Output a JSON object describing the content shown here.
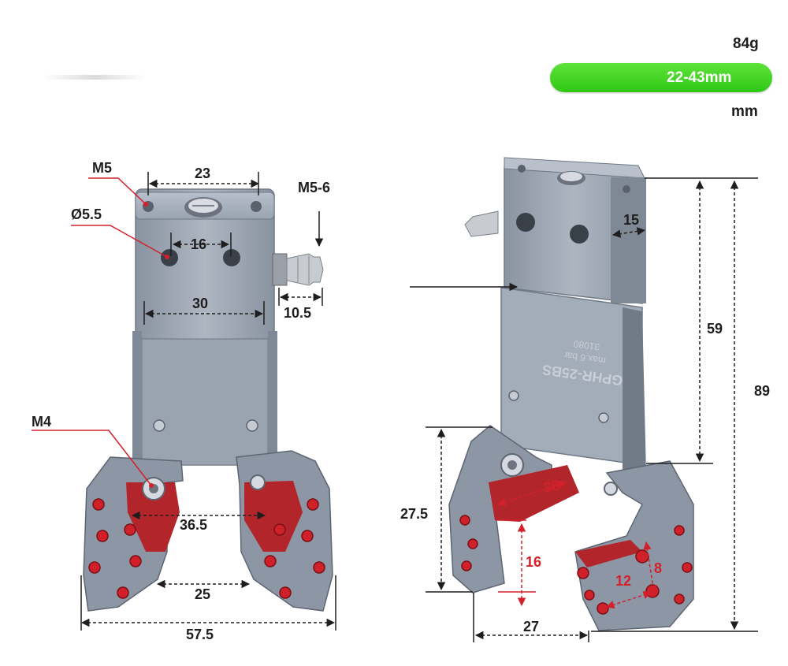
{
  "header": {
    "weight": "84g",
    "stroke_badge": "22-43mm",
    "unit": "mm",
    "badge_color": "#38cc1c"
  },
  "front_view": {
    "labels": {
      "m5": "M5",
      "hole_spacing_top": "23",
      "m5_6": "M5-6",
      "dia55": "Ø5.5",
      "hole_spacing_mid": "16",
      "body_width": "30",
      "fitting_length": "10.5",
      "m4": "M4",
      "jaw_inner_top": "36.5",
      "jaw_inner_bottom": "25",
      "overall_width": "57.5"
    }
  },
  "side_view": {
    "labels": {
      "thickness": "15",
      "body_height": "59",
      "overall_height": "89",
      "finger_length": "27.5",
      "pad_arc": "38",
      "pad_depth": "16",
      "pad_pitch_a": "12",
      "pad_pitch_b": "8",
      "finger_width": "27"
    },
    "engraving": {
      "model": "GPHR-25BS",
      "pressure": "max.6 bar",
      "serial": "31080"
    }
  },
  "colors": {
    "body": "#9ea7b5",
    "body_dark": "#7e8796",
    "pad": "#b2262b",
    "dot": "#d0202a",
    "dimension_red": "#d3202a"
  }
}
